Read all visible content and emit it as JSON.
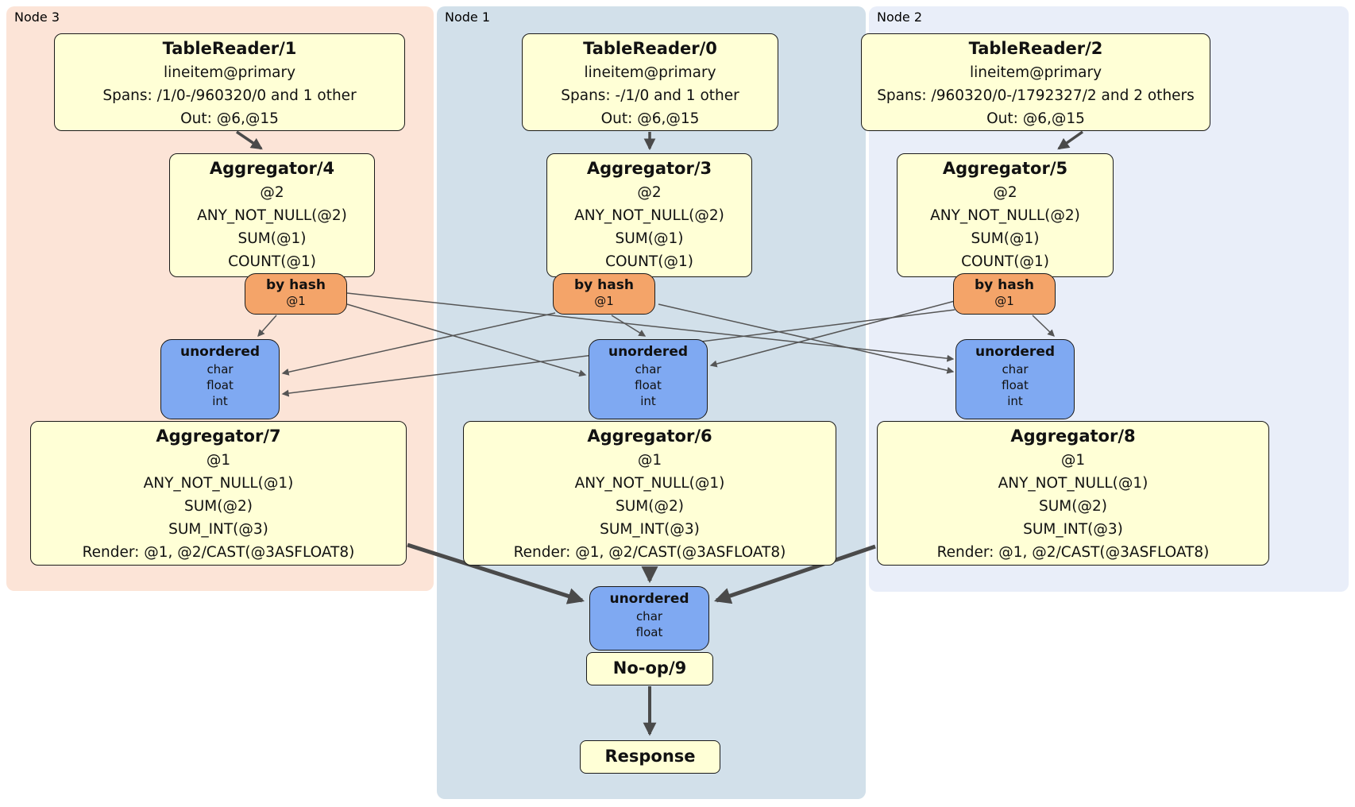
{
  "colors": {
    "node3-bg": "#fce4d7",
    "node1-bg": "#d2e0ea",
    "node2-bg": "#e9eef9",
    "proc-bg": "#ffffd6",
    "router-bg": "#f4a469",
    "stream-bg": "#7fa9f2",
    "edge": "#4a4a4a",
    "edge-thin": "#555555",
    "box-border": "#1a1a1a"
  },
  "nodes": [
    {
      "label": "Node 3",
      "table_reader": {
        "title": "TableReader/1",
        "index": "lineitem@primary",
        "spans": "Spans: /1/0-/960320/0 and 1 other",
        "out": "Out: @6,@15"
      },
      "aggregator_top": {
        "title": "Aggregator/4",
        "group_by": "@2",
        "fns": [
          "ANY_NOT_NULL(@2)",
          "SUM(@1)",
          "COUNT(@1)"
        ]
      },
      "router": {
        "title": "by hash",
        "key": "@1"
      },
      "stream": {
        "title": "unordered",
        "types": [
          "char",
          "float",
          "int"
        ]
      },
      "aggregator_final": {
        "title": "Aggregator/7",
        "group_by": "@1",
        "fns": [
          "ANY_NOT_NULL(@1)",
          "SUM(@2)",
          "SUM_INT(@3)"
        ],
        "render": "Render: @1, @2/CAST(@3ASFLOAT8)"
      }
    },
    {
      "label": "Node 1",
      "table_reader": {
        "title": "TableReader/0",
        "index": "lineitem@primary",
        "spans": "Spans: -/1/0 and 1 other",
        "out": "Out: @6,@15"
      },
      "aggregator_top": {
        "title": "Aggregator/3",
        "group_by": "@2",
        "fns": [
          "ANY_NOT_NULL(@2)",
          "SUM(@1)",
          "COUNT(@1)"
        ]
      },
      "router": {
        "title": "by hash",
        "key": "@1"
      },
      "stream": {
        "title": "unordered",
        "types": [
          "char",
          "float",
          "int"
        ]
      },
      "aggregator_final": {
        "title": "Aggregator/6",
        "group_by": "@1",
        "fns": [
          "ANY_NOT_NULL(@1)",
          "SUM(@2)",
          "SUM_INT(@3)"
        ],
        "render": "Render: @1, @2/CAST(@3ASFLOAT8)"
      }
    },
    {
      "label": "Node 2",
      "table_reader": {
        "title": "TableReader/2",
        "index": "lineitem@primary",
        "spans": "Spans: /960320/0-/1792327/2 and 2 others",
        "out": "Out: @6,@15"
      },
      "aggregator_top": {
        "title": "Aggregator/5",
        "group_by": "@2",
        "fns": [
          "ANY_NOT_NULL(@2)",
          "SUM(@1)",
          "COUNT(@1)"
        ]
      },
      "router": {
        "title": "by hash",
        "key": "@1"
      },
      "stream": {
        "title": "unordered",
        "types": [
          "char",
          "float",
          "int"
        ]
      },
      "aggregator_final": {
        "title": "Aggregator/8",
        "group_by": "@1",
        "fns": [
          "ANY_NOT_NULL(@1)",
          "SUM(@2)",
          "SUM_INT(@3)"
        ],
        "render": "Render: @1, @2/CAST(@3ASFLOAT8)"
      }
    }
  ],
  "sink": {
    "stream": {
      "title": "unordered",
      "types": [
        "char",
        "float"
      ]
    },
    "noop": {
      "title": "No-op/9"
    },
    "response": {
      "title": "Response"
    }
  }
}
